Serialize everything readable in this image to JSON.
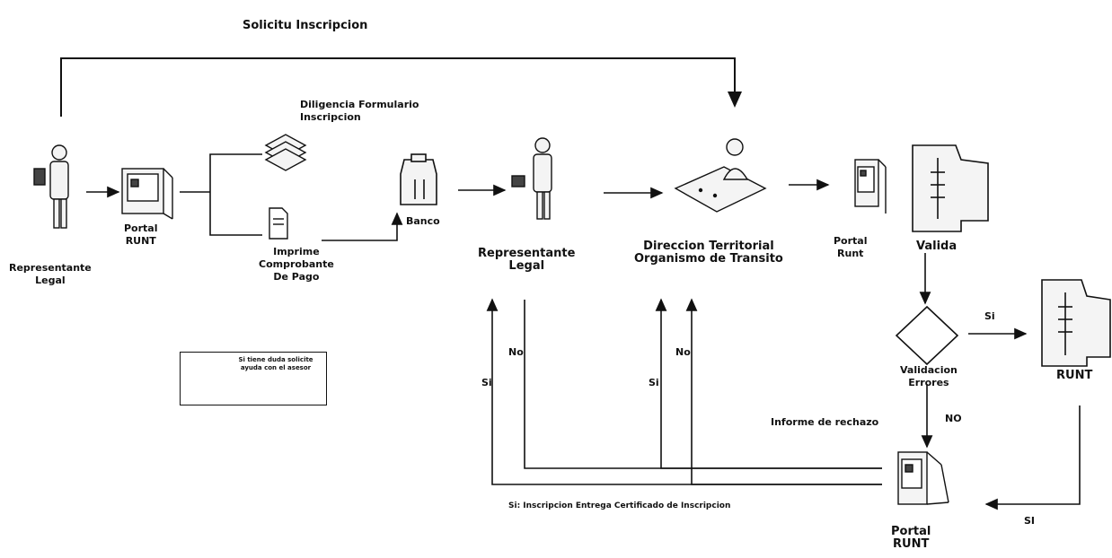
{
  "top_label": "Solicitu Inscripcion",
  "nodes": {
    "rep_left": [
      "Representante",
      "Legal"
    ],
    "portal_runt_1": [
      "Portal",
      "RUNT"
    ],
    "formulario": [
      "Diligencia Formulario",
      "Inscripcion"
    ],
    "comprobante": [
      "Imprime",
      "Comprobante",
      "De Pago"
    ],
    "banco": "Banco",
    "rep_mid": [
      "Representante",
      "Legal"
    ],
    "direccion": [
      "Direccion Territorial",
      "Organismo de Transito"
    ],
    "portal_runt_2": [
      "Portal",
      "Runt"
    ],
    "valida": "Valida",
    "validacion": [
      "Validacion",
      "Errores"
    ],
    "runt": "RUNT",
    "portal_runt_3": [
      "Portal",
      "RUNT"
    ]
  },
  "edge_labels": {
    "si_right": "Si",
    "si_bottom": "SI",
    "no_right": "NO",
    "no_left": "No",
    "no_mid": "No",
    "informe_rechazo": "Informe de rechazo",
    "bottom_caption": "Si: Inscripcion Entrega Certificado de Inscripcion",
    "si_left_small": "Si",
    "si_mid_small": "Si"
  },
  "note": {
    "text": "Si tiene duda solicite ayuda con el asesor"
  },
  "colors": {
    "ink": "#111111",
    "icon_fill": "#f4f4f4",
    "icon_dark": "#444444"
  }
}
